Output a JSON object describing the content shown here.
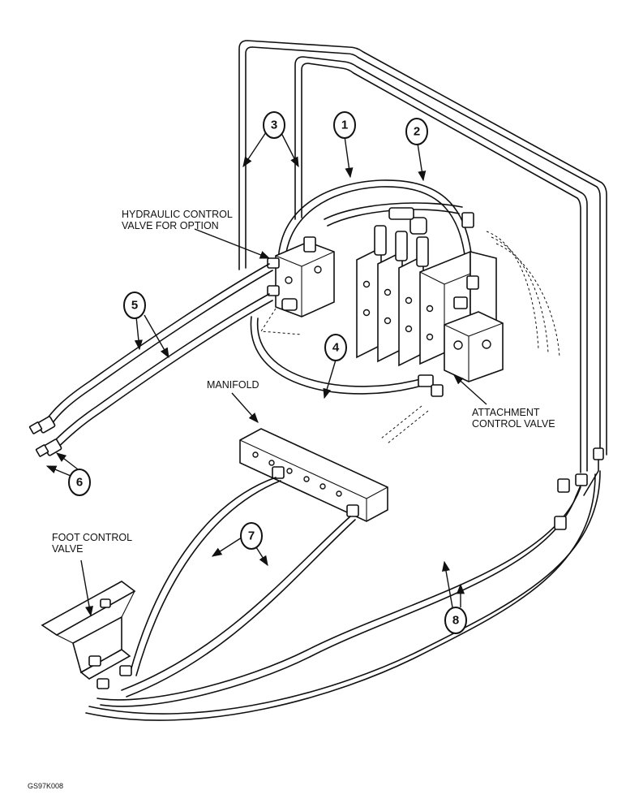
{
  "callouts": {
    "c1": "1",
    "c2": "2",
    "c3": "3",
    "c4": "4",
    "c5": "5",
    "c6": "6",
    "c7": "7",
    "c8": "8"
  },
  "labels": {
    "hydraulic_valve_line1": "HYDRAULIC CONTROL",
    "hydraulic_valve_line2": "VALVE FOR OPTION",
    "manifold": "MANIFOLD",
    "attachment_valve_line1": "ATTACHMENT",
    "attachment_valve_line2": "CONTROL VALVE",
    "foot_valve_line1": "FOOT CONTROL",
    "foot_valve_line2": "VALVE"
  },
  "figure_id": "GS97K008"
}
